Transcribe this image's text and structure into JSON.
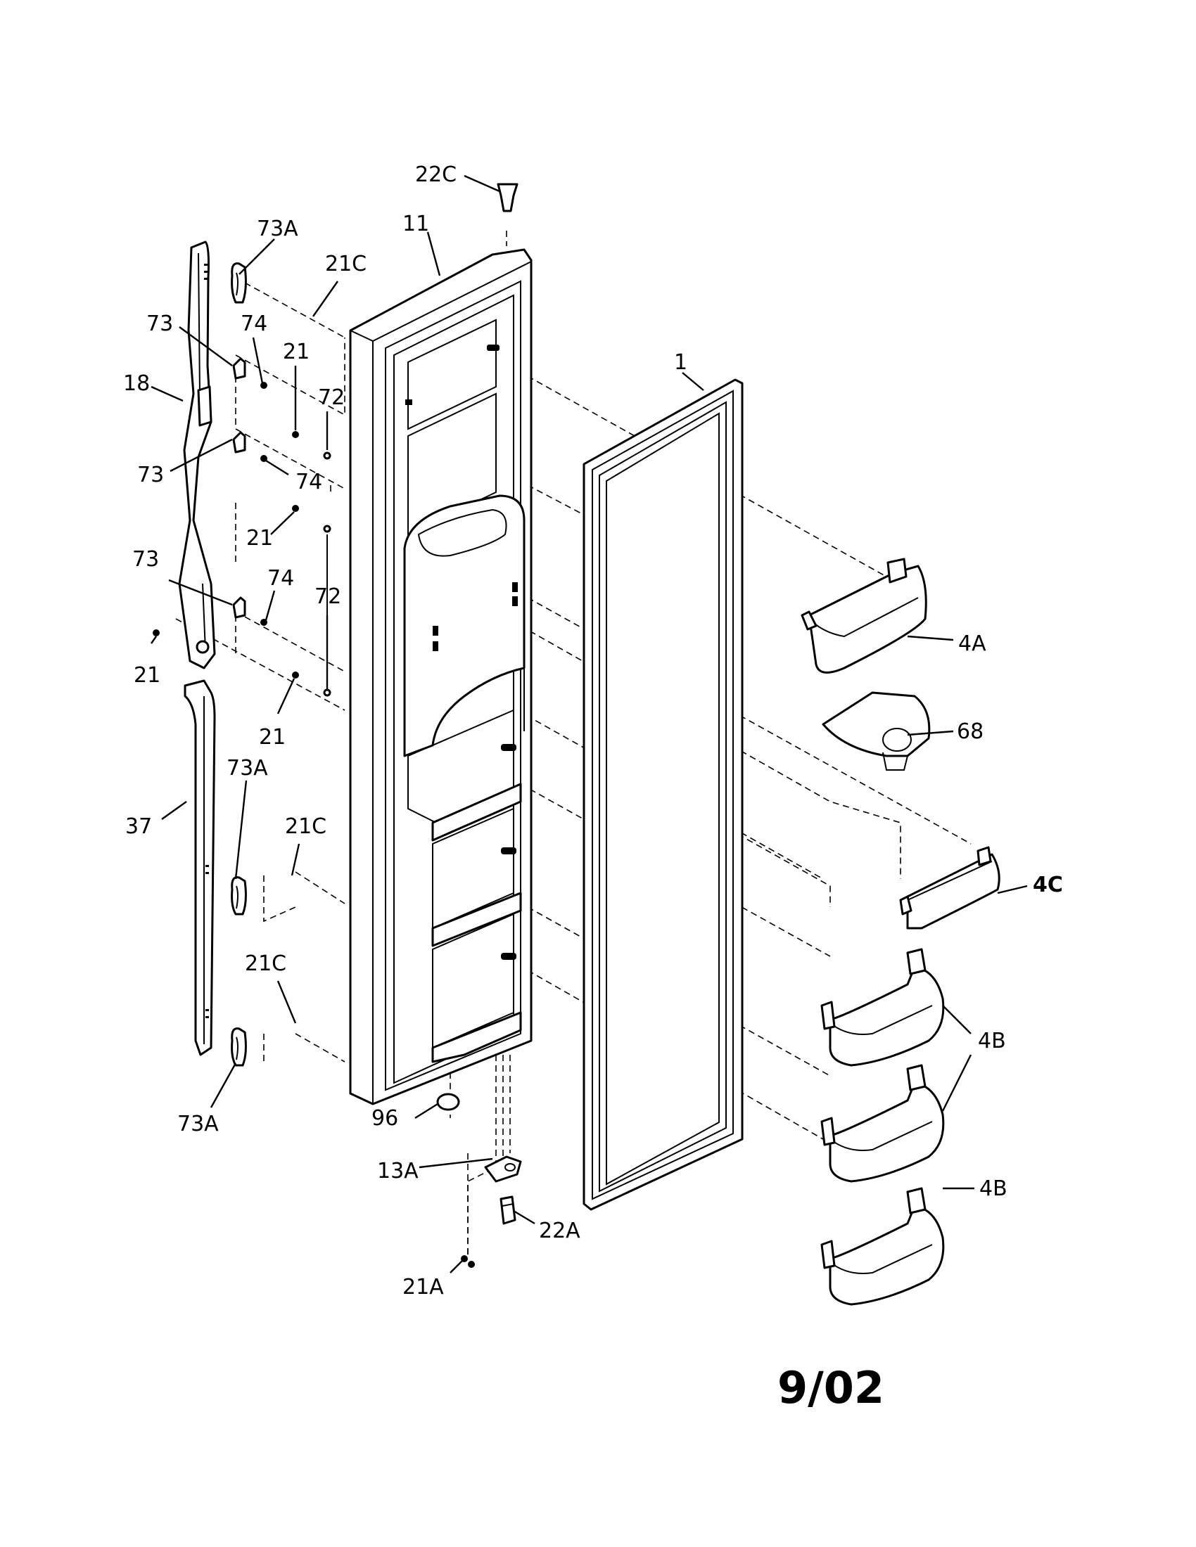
{
  "labels": {
    "p22C": "22C",
    "p11": "11",
    "p73A_top": "73A",
    "p21C_top": "21C",
    "p73_a": "73",
    "p74_a": "74",
    "p18": "18",
    "p21_a": "21",
    "p72_a": "72",
    "p73_b": "73",
    "p74_b": "74",
    "p21_b": "21",
    "p73_c": "73",
    "p74_c": "74",
    "p72_b": "72",
    "p21_c": "21",
    "p21_d": "21",
    "p1": "1",
    "p4A": "4A",
    "p68": "68",
    "p73A_mid": "73A",
    "p37": "37",
    "p21C_mid": "21C",
    "p4C": "4C",
    "p21C_low": "21C",
    "p4B_a": "4B",
    "p96": "96",
    "p73A_bot": "73A",
    "p13A": "13A",
    "p22A": "22A",
    "p4B_b": "4B",
    "p21A": "21A"
  },
  "date": "9/02"
}
